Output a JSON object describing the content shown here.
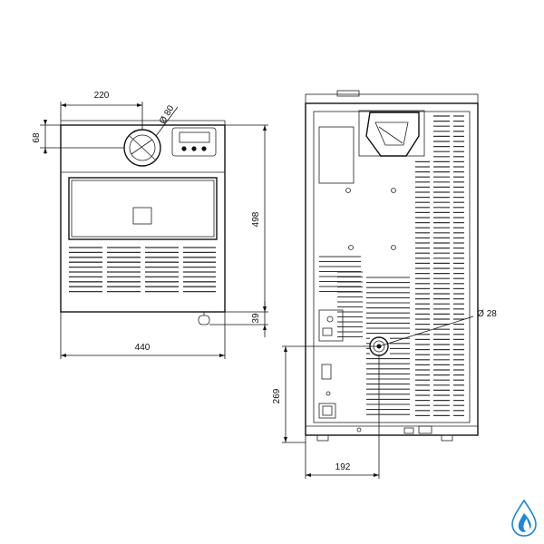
{
  "front_view": {
    "dim_top_width": "220",
    "dim_diameter": "Ø 80",
    "dim_left_height": "68",
    "dim_total_height": "498",
    "dim_foot": "39",
    "dim_total_width": "440",
    "panel_buttons": [
      "",
      "",
      ""
    ]
  },
  "rear_view": {
    "dim_diameter": "Ø 28",
    "dim_height": "269",
    "dim_width": "192"
  },
  "colors": {
    "logo_blue": "#1e88d8",
    "line": "#111111"
  },
  "logo_icon": "water-drop-flame-logo"
}
